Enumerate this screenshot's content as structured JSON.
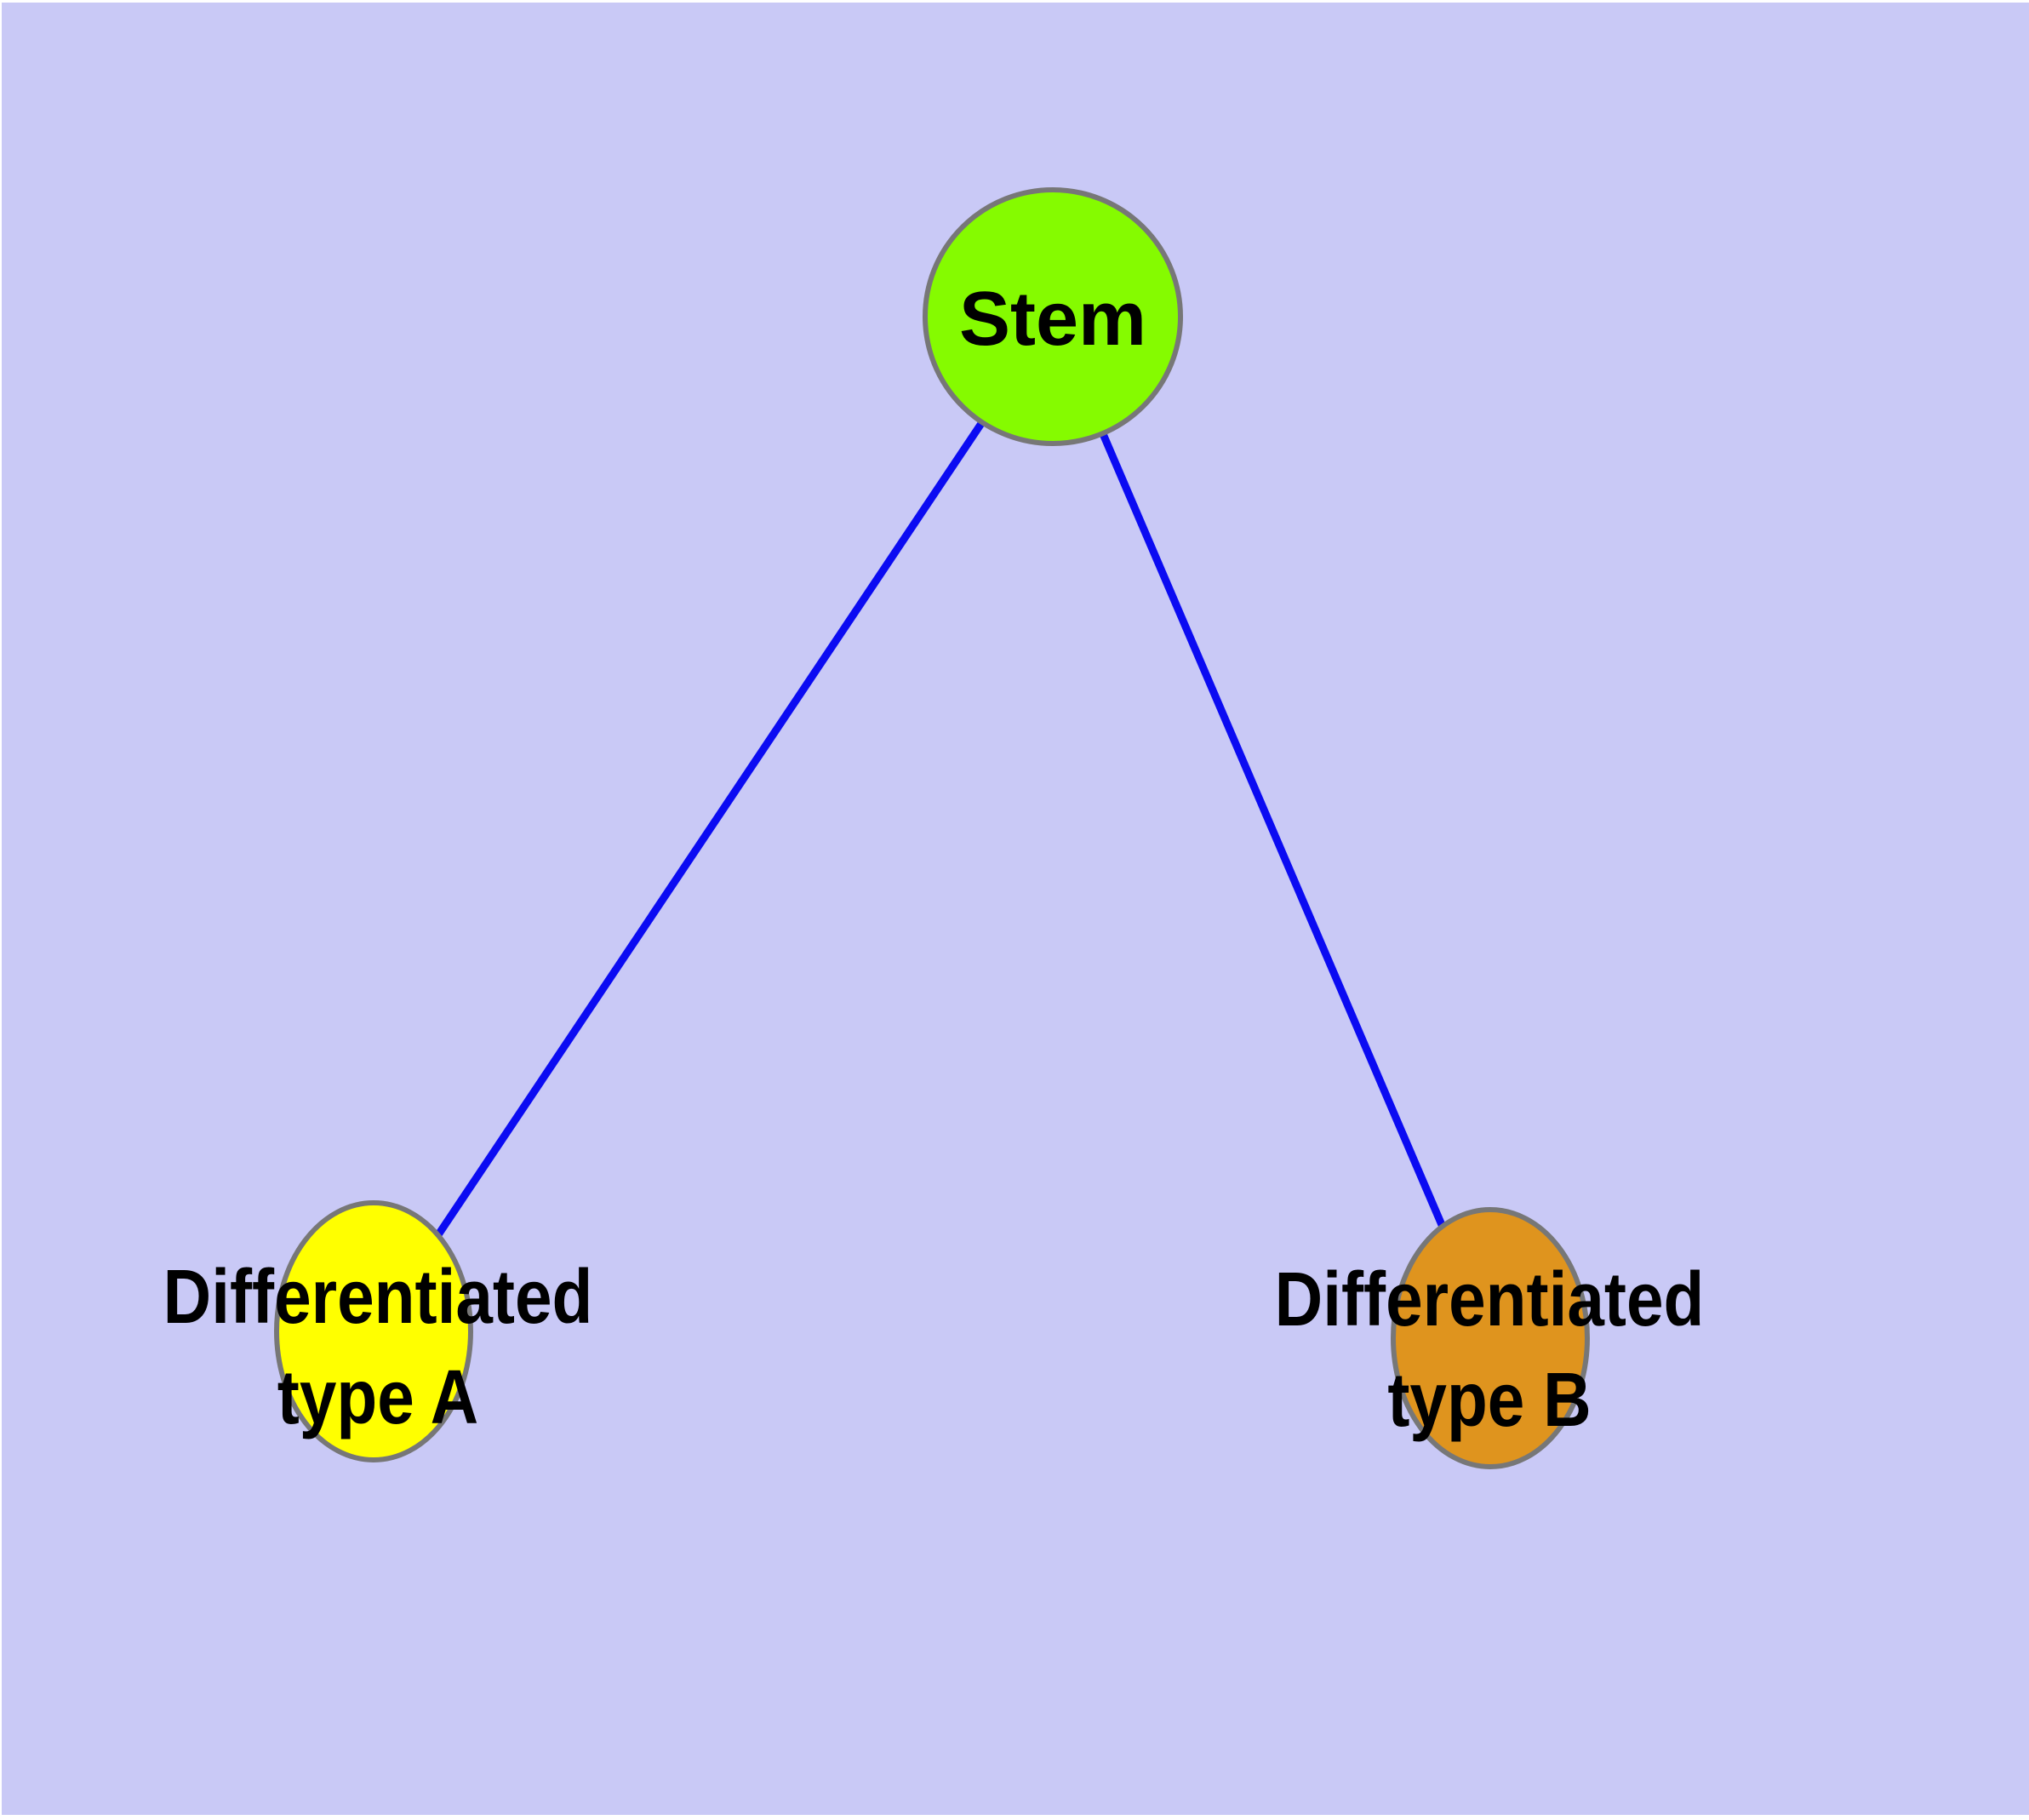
{
  "diagram": {
    "type": "graph",
    "background_color": "#C9C9F6",
    "page_margin_color": "#FFFFFF",
    "edge_color": "#0B0BF2",
    "node_border_color": "#777777",
    "label_color": "#000000",
    "nodes": [
      {
        "id": "stem",
        "label": "Stem",
        "fill": "#85FB00"
      },
      {
        "id": "type-a",
        "label": "Differentiated\ntype A",
        "fill": "#FFFF00"
      },
      {
        "id": "type-b",
        "label": "Differentiated\ntype B",
        "fill": "#DF941E"
      }
    ],
    "edges": [
      {
        "from": "Stem",
        "to": "Differentiated type A"
      },
      {
        "from": "Stem",
        "to": "Differentiated type B"
      }
    ]
  }
}
